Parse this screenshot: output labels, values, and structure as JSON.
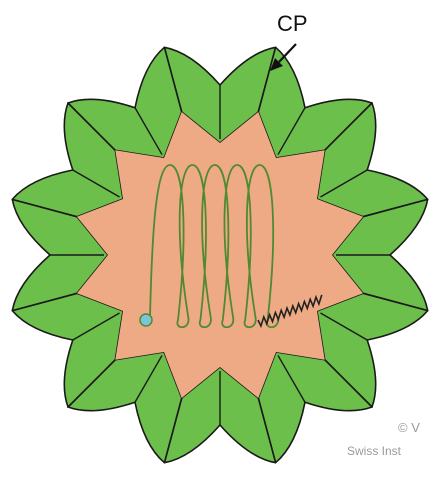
{
  "labels": {
    "cp": "CP"
  },
  "credit": {
    "line1": "© V",
    "line2": "Swiss Inst"
  },
  "colors": {
    "segment_fill": "#6cbf4a",
    "segment_stroke": "#1a1a1a",
    "core_fill": "#eeaa84",
    "coil": "#4f8a33",
    "coil_tail": "#222222",
    "terminal": "#7fc4d6",
    "background": "#ffffff"
  },
  "icons": {
    "arrow": "arrow-down-left-icon"
  }
}
